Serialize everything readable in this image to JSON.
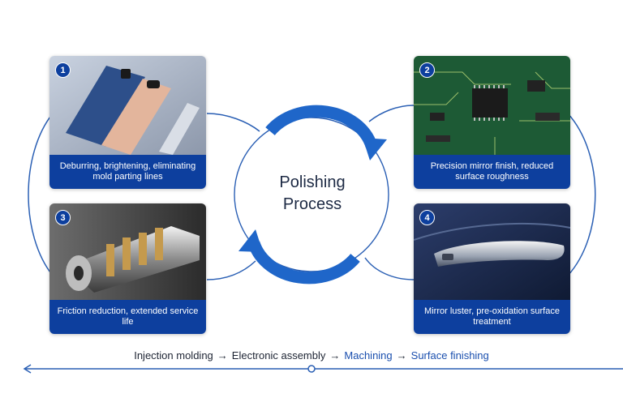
{
  "center": {
    "title_line1": "Polishing",
    "title_line2": "Process"
  },
  "cards": [
    {
      "number": "1",
      "caption": "Deburring, brightening, eliminating mold parting lines",
      "image": "smartphones"
    },
    {
      "number": "2",
      "caption": "Precision mirror finish, reduced surface roughness",
      "image": "circuit-board"
    },
    {
      "number": "3",
      "caption": "Friction reduction, extended service life",
      "image": "bearing-shaft"
    },
    {
      "number": "4",
      "caption": "Mirror luster, pre-oxidation surface treatment",
      "image": "car-door-handle"
    }
  ],
  "flow": {
    "step1": "Injection molding",
    "step2": "Electronic assembly",
    "step3": "Machining",
    "step4": "Surface finishing",
    "arrow": "→"
  },
  "colors": {
    "accent": "#0d3f9e",
    "cycle_arrow": "#1f66c9",
    "line": "#2a5fb4"
  }
}
